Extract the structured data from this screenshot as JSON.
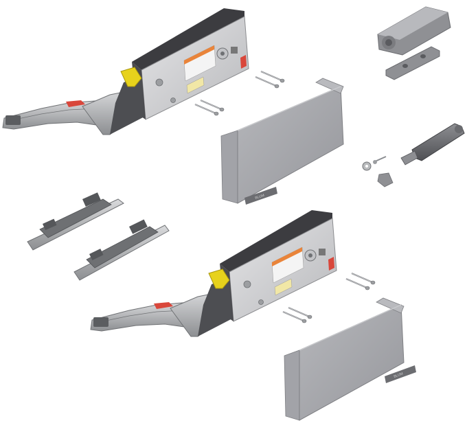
{
  "image": {
    "kind": "exploded product illustration",
    "background": "#ffffff"
  },
  "colors": {
    "housing_dark": "#4a4a4e",
    "housing_light": "#d6d6d8",
    "cover_gray": "#a9a9ad",
    "cover_dark": "#8b8b90",
    "metal": "#b9bbbd",
    "metal_dark": "#7f8184",
    "accent_yellow": "#e7d21c",
    "accent_red": "#d9473b",
    "label_orange": "#e9843a"
  },
  "labels": {
    "nameplate_top": "BLUM",
    "nameplate_bottom": "BLUM"
  },
  "components": [
    "lift-mechanism-upper",
    "lift-mechanism-lower",
    "cover-cap-upper",
    "cover-cap-lower",
    "mounting-plate-left",
    "mounting-plate-right",
    "distance-bumper",
    "bumper-base-plate",
    "push-to-open-adapter",
    "screws"
  ]
}
